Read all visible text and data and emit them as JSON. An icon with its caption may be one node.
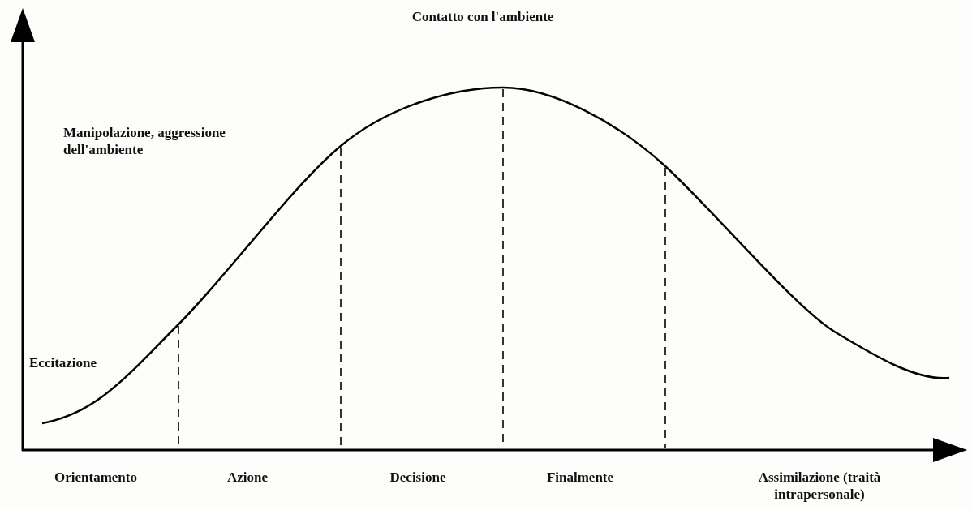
{
  "diagram": {
    "labels": [
      "Contatto con l'ambiente",
      "Manipolazione, aggressione dell'ambiente",
      "Eccitazione",
      "Orientamento",
      "Azione",
      "Decisione",
      "Finalmente",
      "Assimilazione (traità intrapersonale)"
    ]
  }
}
